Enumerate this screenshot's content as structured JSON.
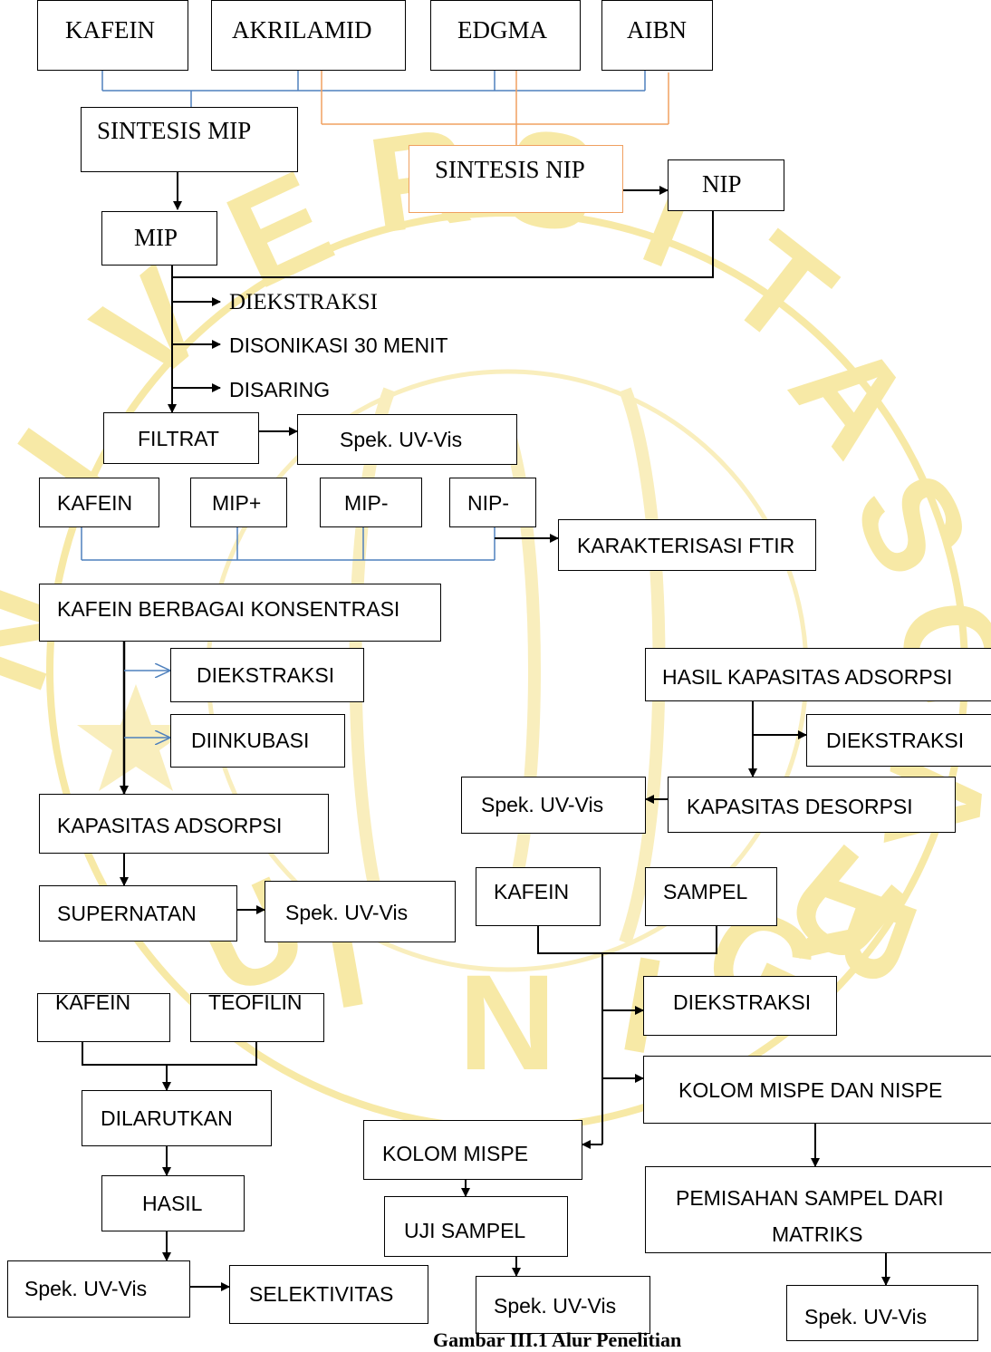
{
  "watermark": {
    "letters": [
      "N",
      "I",
      "V",
      "E",
      "R",
      "S",
      "I",
      "T",
      "A",
      "S",
      "G",
      "A",
      "R",
      "U",
      "T",
      "N",
      "I",
      "G",
      "U"
    ],
    "color": "#f7e9a6"
  },
  "colors": {
    "line": "#000000",
    "blue": "#4f81bd",
    "orange": "#f0a060"
  },
  "nodes": {
    "kafein_top": "KAFEIN",
    "akrilamid": "AKRILAMID",
    "edgma": "EDGMA",
    "aibn": "AIBN",
    "sintesis_mip": "SINTESIS MIP",
    "sintesis_nip": "SINTESIS NIP",
    "nip": "NIP",
    "mip": "MIP",
    "filtrat": "FILTRAT",
    "spek_filtrat": "Spek. UV-Vis",
    "kafein_ftir": "KAFEIN",
    "mip_plus": "MIP+",
    "mip_minus": "MIP-",
    "nip_minus": "NIP-",
    "karakterisasi_ftir": "KARAKTERISASI FTIR",
    "kafein_konsentrasi": "KAFEIN BERBAGAI KONSENTRASI",
    "diekstraksi_box1": "DIEKSTRAKSI",
    "diinkubasi": "DIINKUBASI",
    "kapasitas_adsorpsi": "KAPASITAS ADSORPSI",
    "supernatan": "SUPERNATAN",
    "spek_supernatan": "Spek. UV-Vis",
    "kafein_sel": "KAFEIN",
    "teofilin": "TEOFILIN",
    "dilarutkan": "DILARUTKAN",
    "hasil": "HASIL",
    "spek_sel": "Spek. UV-Vis",
    "selektivitas": "SELEKTIVITAS",
    "hasil_kapasitas": "HASIL KAPASITAS ADSORPSI",
    "diekstraksi_desorpsi": "DIEKSTRAKSI",
    "spek_desorpsi": "Spek. UV-Vis",
    "kapasitas_desorpsi": "KAPASITAS DESORPSI",
    "kafein_spe": "KAFEIN",
    "sampel": "SAMPEL",
    "diekstraksi_spe": "DIEKSTRAKSI",
    "kolom_mispe_nispe": "KOLOM MISPE DAN NISPE",
    "kolom_mispe": "KOLOM MISPE",
    "uji_sampel": "UJI SAMPEL",
    "spek_uji": "Spek. UV-Vis",
    "pemisahan_1": "PEMISAHAN SAMPEL DARI",
    "pemisahan_2": "MATRIKS",
    "spek_pemisahan": "Spek. UV-Vis"
  },
  "steps": {
    "diekstraksi": "DIEKSTRAKSI",
    "disonikasi": "DISONIKASI 30 MENIT",
    "disaring": "DISARING"
  },
  "caption": "Gambar III.1 Alur Penelitian"
}
